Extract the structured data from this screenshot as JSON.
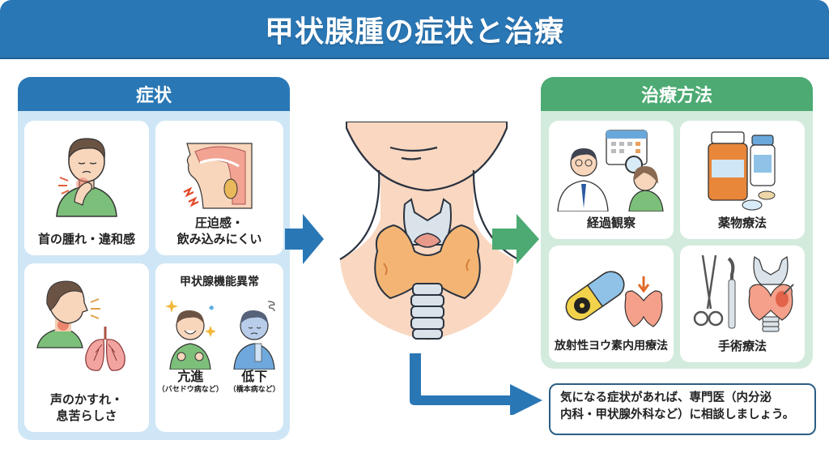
{
  "title": "甲状腺腫の症状と治療",
  "colors": {
    "primary_blue": "#2a77b5",
    "light_blue": "#cfe6f6",
    "primary_green": "#4caa72",
    "light_green": "#d3ebdc",
    "note_border": "#2b5f86"
  },
  "symptoms": {
    "heading": "症状",
    "cards": [
      {
        "label": "首の腫れ・違和感",
        "icon": "neck-pain-person-icon"
      },
      {
        "label_line1": "圧迫感・",
        "label_line2": "飲み込みにくい",
        "icon": "throat-cross-section-icon"
      },
      {
        "label_line1": "声のかすれ・",
        "label_line2": "息苦らしさ",
        "icon": "hoarse-voice-lungs-icon"
      },
      {
        "title": "甲状腺機能異常",
        "sub": [
          {
            "label": "亢進",
            "note": "（バセドウ病など）",
            "icon": "hyperthyroid-person-icon"
          },
          {
            "label": "低下",
            "note": "（橋本病など）",
            "icon": "hypothyroid-person-icon"
          }
        ]
      }
    ]
  },
  "treatments": {
    "heading": "治療方法",
    "cards": [
      {
        "label": "経過観察",
        "icon": "doctor-observation-icon"
      },
      {
        "label": "薬物療法",
        "icon": "medicine-bottles-icon"
      },
      {
        "label": "放射性ヨウ素内用療法",
        "icon": "radioactive-capsule-icon"
      },
      {
        "label": "手術療法",
        "icon": "surgical-tools-icon"
      }
    ]
  },
  "center": {
    "icon": "thyroid-neck-illustration"
  },
  "note": {
    "line1": "気になる症状があれば、専門医（内分泌",
    "line2": "内科・甲状腺外科など）に相談しましょう。"
  }
}
